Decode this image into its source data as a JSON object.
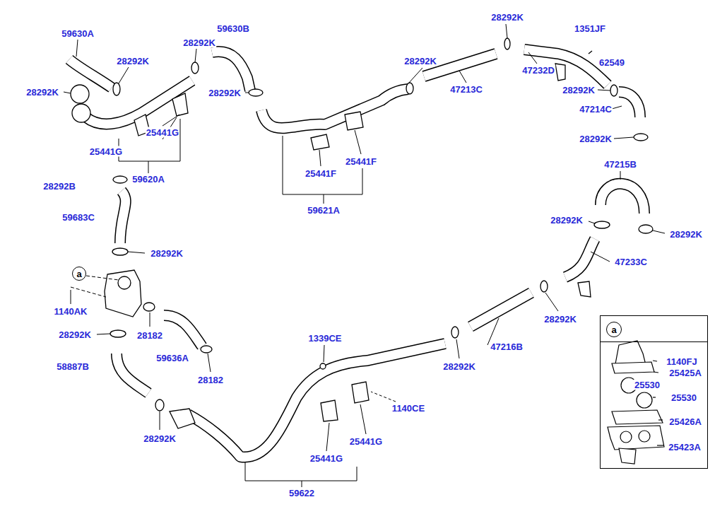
{
  "diagram": {
    "nodes": [
      {
        "text": [
          "a"
        ]
      },
      {
        "text": [
          "a"
        ]
      }
    ],
    "labels": [
      "59630A",
      "28292K",
      "28292K",
      "28292K",
      "59630B",
      "28292K",
      "25441G",
      "25441G",
      "59620A",
      "28292K",
      "1351JF",
      "28292K",
      "47232D",
      "62549",
      "47213C",
      "28292K",
      "47214C",
      "25441F",
      "25441F",
      "28292K",
      "59621A",
      "47215B",
      "28292B",
      "59683C",
      "28292K",
      "28292K",
      "28292K",
      "47233C",
      "1140AK",
      "28182",
      "28292K",
      "47216B",
      "28292K",
      "1339CE",
      "59636A",
      "1140FJ",
      "25425A",
      "58887B",
      "28292K",
      "25530",
      "28182",
      "25530",
      "1140CE",
      "25426A",
      "25441G",
      "28292K",
      "25423A",
      "25441G",
      "59622"
    ]
  }
}
